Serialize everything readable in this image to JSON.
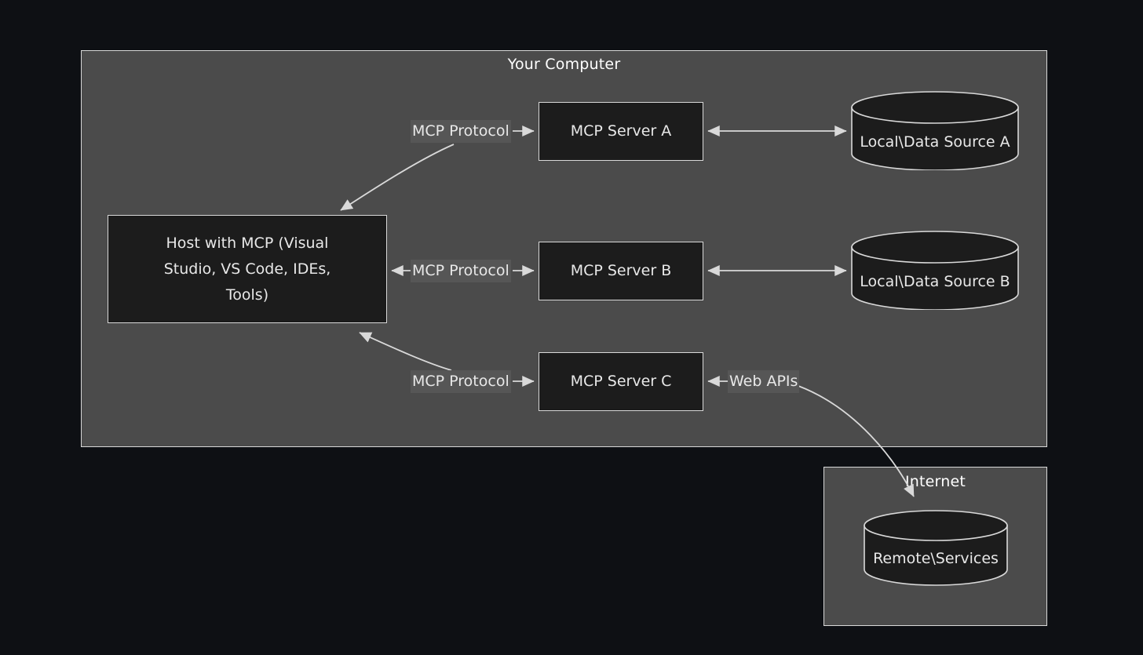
{
  "diagram": {
    "background_color": "#0e1014",
    "container_fill": "#4b4b4b",
    "node_fill": "#1c1c1c",
    "stroke_color": "#d9d9d9",
    "text_color": "#e8e8e8",
    "label_chip_fill": "#565656",
    "containers": [
      {
        "id": "your-computer",
        "title": "Your Computer"
      },
      {
        "id": "internet",
        "title": "Internet"
      }
    ],
    "nodes": [
      {
        "id": "host",
        "label": "Host with MCP (Visual Studio, VS Code, IDEs, Tools)",
        "lines": [
          "Host with MCP (Visual",
          "Studio, VS Code, IDEs,",
          "Tools)"
        ],
        "shape": "rect"
      },
      {
        "id": "server-a",
        "label": "MCP Server A",
        "lines": [
          "MCP Server A"
        ],
        "shape": "rect"
      },
      {
        "id": "server-b",
        "label": "MCP Server B",
        "lines": [
          "MCP Server B"
        ],
        "shape": "rect"
      },
      {
        "id": "server-c",
        "label": "MCP Server C",
        "lines": [
          "MCP Server C"
        ],
        "shape": "rect"
      },
      {
        "id": "data-source-a",
        "label": "Local\\Data Source A",
        "shape": "cylinder"
      },
      {
        "id": "data-source-b",
        "label": "Local\\Data Source B",
        "shape": "cylinder"
      },
      {
        "id": "remote-services",
        "label": "Remote\\Services",
        "shape": "cylinder"
      }
    ],
    "edge_labels": [
      {
        "id": "mcp-protocol-a",
        "text": "MCP Protocol"
      },
      {
        "id": "mcp-protocol-b",
        "text": "MCP Protocol"
      },
      {
        "id": "mcp-protocol-c",
        "text": "MCP Protocol"
      },
      {
        "id": "web-apis",
        "text": "Web APIs"
      }
    ]
  }
}
